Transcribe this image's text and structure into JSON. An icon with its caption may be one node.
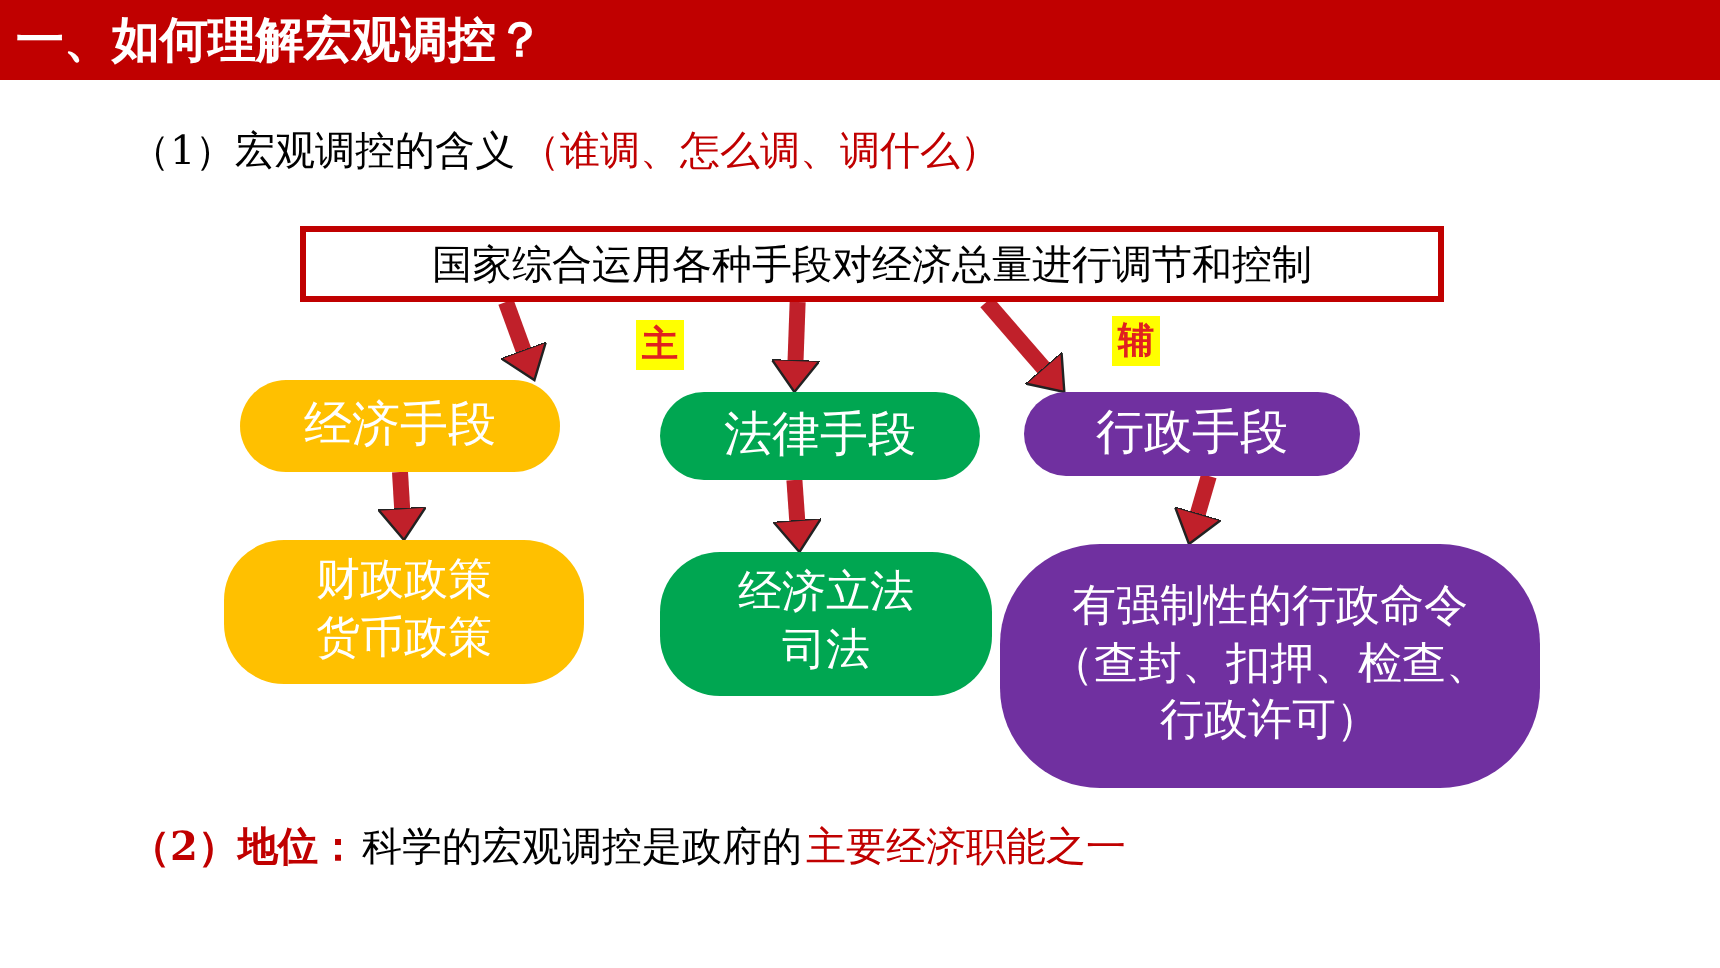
{
  "diagram": {
    "title": "一、如何理解宏观调控？",
    "nodes": [
      {
        "text": [
          "国家综合运用各种手段对经济总量进行调节和控制"
        ]
      },
      {
        "text": [
          "经济手段"
        ]
      },
      {
        "text": [
          "法律手段"
        ]
      },
      {
        "text": [
          "行政手段"
        ]
      },
      {
        "text": [
          "财政政策货币政策"
        ]
      },
      {
        "text": [
          "经济立法司法"
        ]
      },
      {
        "text": [
          "有强制性的行政命令（查封、扣押、检查、行政许可）"
        ]
      }
    ],
    "edges": [
      {
        "from": 0,
        "to": 1,
        "arrow": "to"
      },
      {
        "from": 0,
        "to": 2,
        "arrow": "to"
      },
      {
        "from": 0,
        "to": 3,
        "arrow": "to"
      },
      {
        "from": 1,
        "to": 4,
        "arrow": "to"
      },
      {
        "from": 2,
        "to": 5,
        "arrow": "to"
      },
      {
        "from": 3,
        "to": 6,
        "arrow": "to"
      }
    ],
    "labels": [
      "（1）宏观调控的含义",
      "（谁调、怎么调、调什么）",
      "主",
      "辅",
      "（2）地位：",
      "科学的宏观调控是政府的",
      "主要经济职能之一"
    ]
  }
}
